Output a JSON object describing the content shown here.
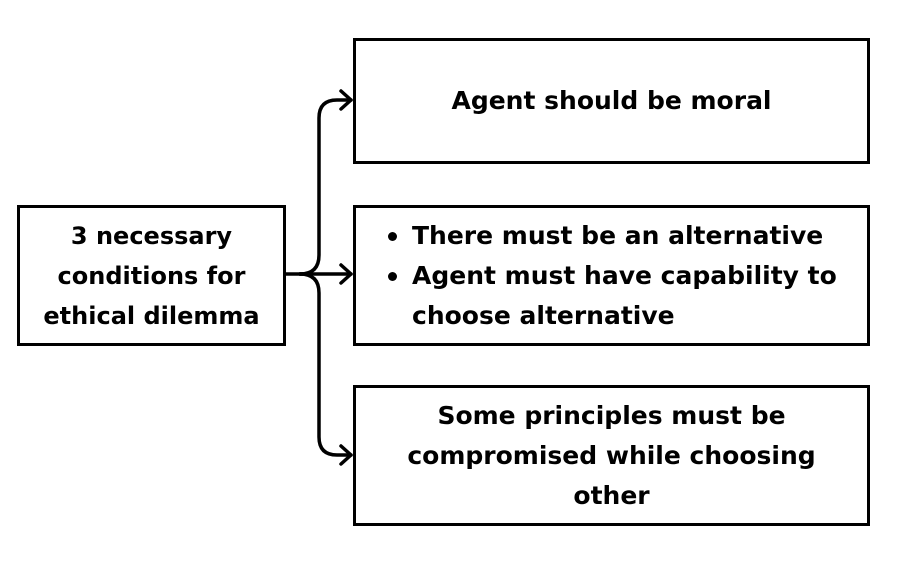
{
  "root": {
    "text": "3 necessary conditions for ethical dilemma"
  },
  "conditions": [
    {
      "text": "Agent should be moral"
    },
    {
      "bullets": [
        "There must be an alternative",
        "Agent must have capability to choose alternative"
      ]
    },
    {
      "text": "Some principles must be compromised while choosing other"
    }
  ],
  "colors": {
    "stroke": "#000000",
    "background": "#ffffff"
  }
}
